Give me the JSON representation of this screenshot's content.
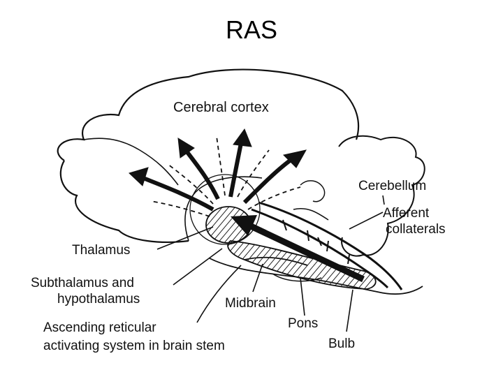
{
  "title": "RAS",
  "labels": {
    "cerebral_cortex": "Cerebral cortex",
    "cerebellum": "Cerebellum",
    "afferent_line1": "Afferent",
    "afferent_line2": "collaterals",
    "thalamus": "Thalamus",
    "subthal_line1": "Subthalamus and",
    "subthal_line2": "hypothalamus",
    "midbrain": "Midbrain",
    "pons": "Pons",
    "bulb": "Bulb",
    "aras_line1": "Ascending reticular",
    "aras_line2": "activating system in brain stem"
  }
}
